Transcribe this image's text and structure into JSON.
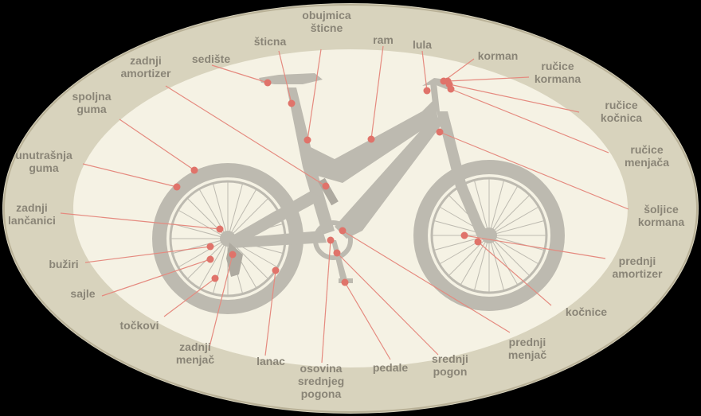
{
  "colors": {
    "outer_ring": "#d8d3bd",
    "outer_ring_stroke": "#b9b197",
    "inner_fill": "#f5f2e4",
    "bike": "#bdbab0",
    "bike_dark": "#aeaaa0",
    "leader": "#e58a7f",
    "dot": "#e0736a",
    "text": "#8a8577"
  },
  "labels": [
    {
      "id": "obujmica-sticne",
      "text": "obujmica\nšticne"
    },
    {
      "id": "sticna",
      "text": "šticna"
    },
    {
      "id": "ram",
      "text": "ram"
    },
    {
      "id": "lula",
      "text": "lula"
    },
    {
      "id": "sediste",
      "text": "sedište"
    },
    {
      "id": "korman",
      "text": "korman"
    },
    {
      "id": "zadnji-amortizer",
      "text": "zadnji\namortizer"
    },
    {
      "id": "rucice-kormana",
      "text": "ručice\nkormana"
    },
    {
      "id": "spoljna-guma",
      "text": "spoljna\nguma"
    },
    {
      "id": "rucice-kocnica",
      "text": "ručice\nkočnica"
    },
    {
      "id": "rucice-menjaca",
      "text": "ručice\nmenjača"
    },
    {
      "id": "unutrasnja-guma",
      "text": "unutrašnja\nguma"
    },
    {
      "id": "soljice-kormana",
      "text": "šoljice\nkormana"
    },
    {
      "id": "zadnji-lancanici",
      "text": "zadnji\nlančanici"
    },
    {
      "id": "prednji-amortizer",
      "text": "prednji\namortizer"
    },
    {
      "id": "buziri",
      "text": "bužiri"
    },
    {
      "id": "sajle",
      "text": "sajle"
    },
    {
      "id": "kocnice",
      "text": "kočnice"
    },
    {
      "id": "tockovi",
      "text": "točkovi"
    },
    {
      "id": "prednji-menjac",
      "text": "prednji\nmenjač"
    },
    {
      "id": "zadnji-menjac",
      "text": "zadnji\nmenjač"
    },
    {
      "id": "srednji-pogon",
      "text": "srednji\npogon"
    },
    {
      "id": "lanac",
      "text": "lanac"
    },
    {
      "id": "pedale",
      "text": "pedale"
    },
    {
      "id": "osovina-srednjeg-pogona",
      "text": "osovina\nsrednjeg\npogona"
    }
  ]
}
